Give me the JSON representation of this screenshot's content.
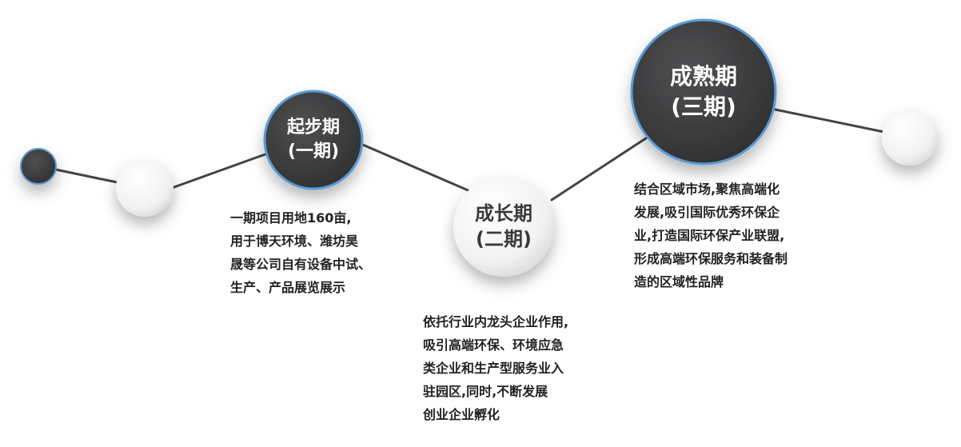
{
  "colors": {
    "dark_node": "#3d3d3f",
    "ring": "#5b9bd5",
    "light_node": "#f4f4f4",
    "line": "#444444"
  },
  "stages": [
    {
      "title": "起步期",
      "subtitle": "(一期)",
      "description": [
        "一期项目用地160亩,",
        "用于博天环境、潍坊昊",
        "晟等公司自有设备中试、",
        "生产、产品展览展示"
      ]
    },
    {
      "title": "成长期",
      "subtitle": "(二期)",
      "description": [
        "依托行业内龙头企业作用,",
        "吸引高端环保、环境应急",
        "类企业和生产型服务业入",
        "驻园区,同时,不断发展",
        "创业企业孵化"
      ]
    },
    {
      "title": "成熟期",
      "subtitle": "(三期)",
      "description": [
        "结合区域市场,聚焦高端化",
        "发展,吸引国际优秀环保企",
        "业,打造国际环保产业联盟,",
        "形成高端环保服务和装备制",
        "造的区域性品牌"
      ]
    }
  ]
}
